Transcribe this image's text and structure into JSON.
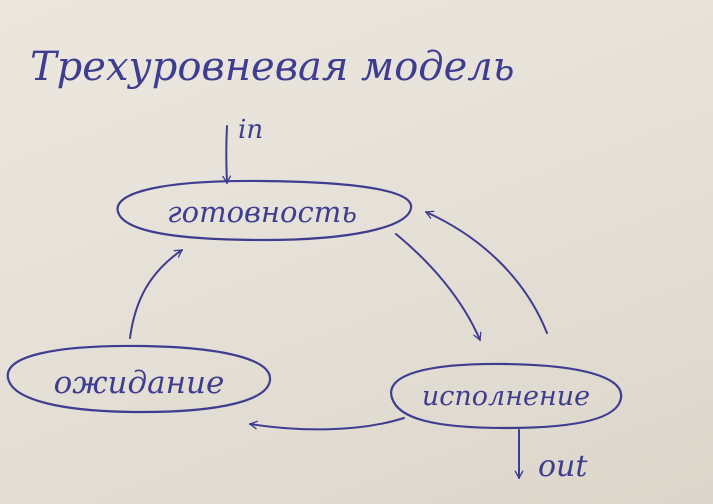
{
  "title": "Трехуровневая модель",
  "ink_color": "#3f3d8f",
  "paper_color": "#e7e2d9",
  "nodes": {
    "ready": "готовность",
    "waiting": "ожидание",
    "running": "исполнение"
  },
  "labels": {
    "input": "in",
    "output": "out"
  },
  "edges": [
    {
      "from": "input",
      "to": "ready"
    },
    {
      "from": "ready",
      "to": "running"
    },
    {
      "from": "running",
      "to": "ready"
    },
    {
      "from": "running",
      "to": "waiting"
    },
    {
      "from": "waiting",
      "to": "ready"
    },
    {
      "from": "running",
      "to": "output"
    }
  ]
}
